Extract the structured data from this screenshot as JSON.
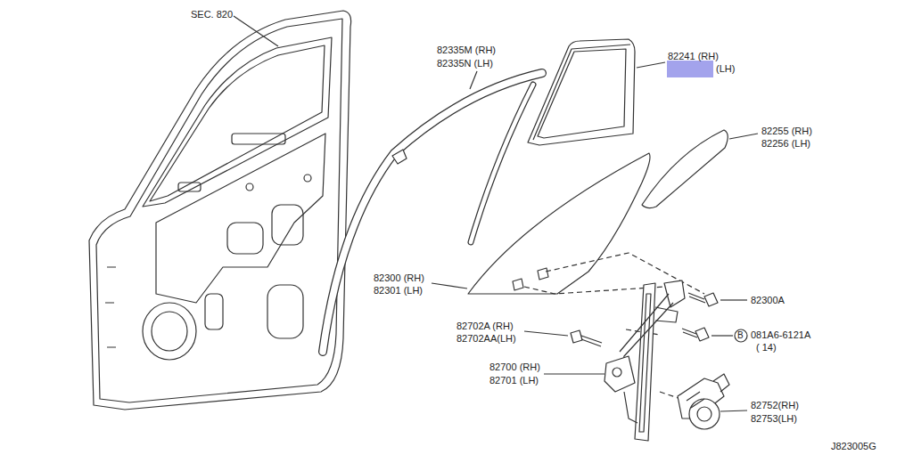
{
  "diagram": {
    "labels": [
      "SEC. 820",
      "82335M (RH)",
      "82335N (LH)",
      "82241 (RH)",
      "(LH)",
      "82255 (RH)",
      "82256 (LH)",
      "82300 (RH)",
      "82301 (LH)",
      "82300A",
      "B",
      "081A6-6121A",
      "( 14)",
      "82702A (RH)",
      "82702AA(LH)",
      "82700 (RH)",
      "82701 (LH)",
      "82752(RH)",
      "82753(LH)",
      "J823005G"
    ]
  }
}
